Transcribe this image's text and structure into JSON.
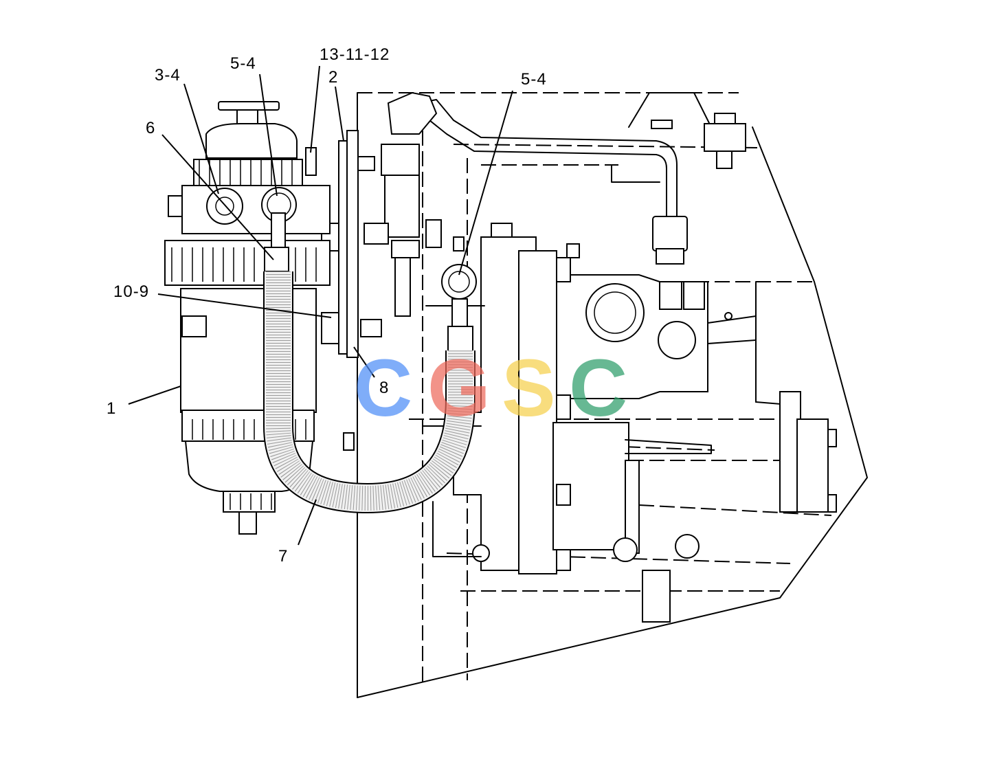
{
  "callouts": {
    "c1": "1",
    "c2": "2",
    "c3_4": "3-4",
    "c5_4_left": "5-4",
    "c5_4_right": "5-4",
    "c6": "6",
    "c7": "7",
    "c8": "8",
    "c10_9": "10-9",
    "c13_11_12": "13-11-12"
  },
  "watermark": {
    "letters": [
      "C",
      "G",
      "S",
      "C"
    ],
    "colors": [
      "#4f8ef7",
      "#ee6a5c",
      "#f6d04d",
      "#2e9e6a"
    ]
  }
}
